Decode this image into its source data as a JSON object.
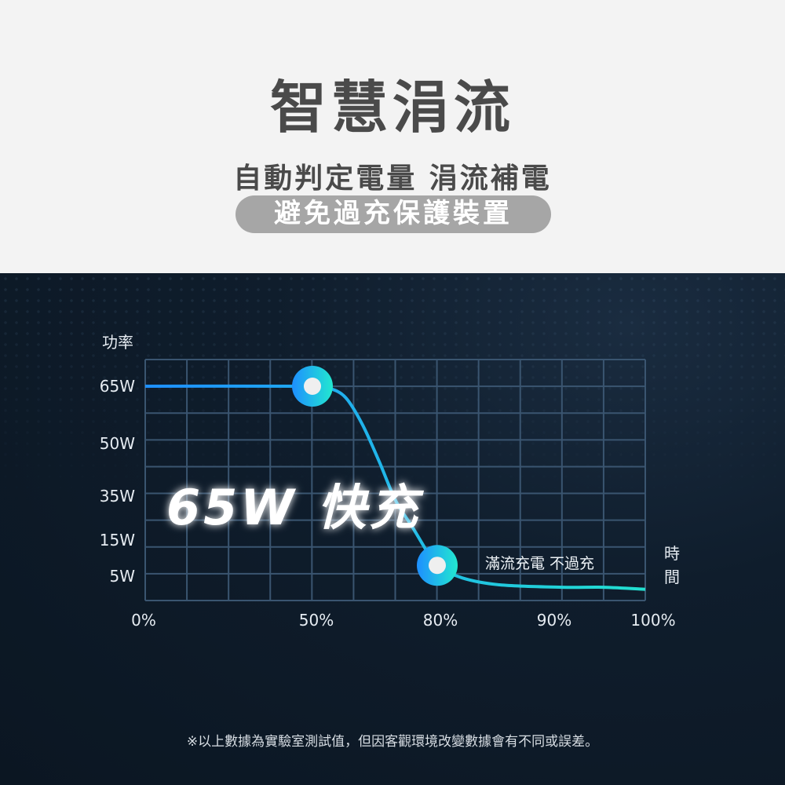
{
  "header": {
    "title": "智慧涓流",
    "subtitle": "自動判定電量 涓流補電",
    "pill": "避免過充保護裝置"
  },
  "footer": "※以上數據為實驗室測試值，但因客觀環境改變數據會有不同或誤差。",
  "colors": {
    "line_start": "#1e8fff",
    "line_end": "#22e0d0",
    "grid": "#3a5570"
  },
  "chart_data": {
    "type": "line",
    "ylabel": "功率",
    "xlabel": "時間",
    "y_ticks": [
      "65W",
      "50W",
      "35W",
      "15W",
      "5W"
    ],
    "y_tick_values": [
      65,
      50,
      35,
      15,
      5
    ],
    "x_ticks": [
      "0%",
      "50%",
      "80%",
      "90%",
      "100%"
    ],
    "x_tick_values": [
      0,
      50,
      80,
      90,
      100
    ],
    "xlim": [
      0,
      100
    ],
    "ylim": [
      0,
      70
    ],
    "grid": true,
    "series": [
      {
        "name": "功率",
        "x": [
          0,
          50,
          54,
          58,
          62,
          66,
          70,
          74,
          78,
          80,
          82,
          85,
          90,
          95,
          100
        ],
        "y": [
          65,
          65,
          64.5,
          62,
          55,
          45,
          33,
          21,
          11,
          8,
          4.5,
          2.5,
          1.8,
          1.8,
          1.2
        ]
      }
    ],
    "markers": [
      {
        "x": 50,
        "y": 65
      },
      {
        "x": 80,
        "y": 8
      }
    ],
    "annotations": [
      "65W 快充",
      "滿流充電 不過充"
    ]
  }
}
